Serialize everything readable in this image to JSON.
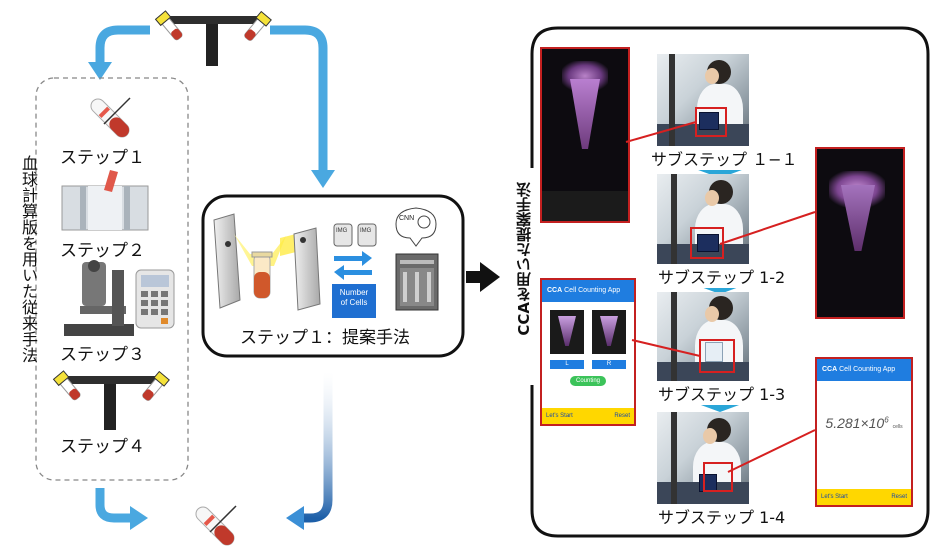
{
  "left_panel": {
    "vertical_title": "血球計算版を用いた従来手法",
    "steps": [
      "ステップ１",
      "ステップ２",
      "ステップ３",
      "ステップ４"
    ]
  },
  "center_panel": {
    "caption": "ステップ１：提案手法",
    "cnn_label": "CNN",
    "result_label_line1": "Number",
    "result_label_line2": "of Cells",
    "image_tag": "IMG"
  },
  "right_panel": {
    "vertical_title": "CCAを用いた提案手法",
    "substeps": [
      "サブステップ １−１",
      "サブステップ 1-2",
      "サブステップ 1-3",
      "サブステップ 1-4"
    ]
  },
  "app_screen_1": {
    "title_brand": "CCA",
    "title": "Cell Counting App",
    "button_left": "L",
    "button_right": "R",
    "counting_button": "Counting",
    "footer_left": "Let's Start",
    "footer_right": "Reset"
  },
  "app_screen_2": {
    "title_brand": "CCA",
    "title": "Cell Counting App",
    "result_base": "5.281×10",
    "result_exp": "6",
    "result_unit": "cells",
    "footer_left": "Let's Start",
    "footer_right": "Reset"
  },
  "colors": {
    "arrow_blue": "#4aa8e0",
    "arrow_blue_dark": "#1d5fa8",
    "frame": "#111111",
    "highlight_red": "#d62020",
    "app_blue": "#1f7de0",
    "app_yellow": "#ffd700",
    "arrow_teal": "#2aa6d8"
  }
}
